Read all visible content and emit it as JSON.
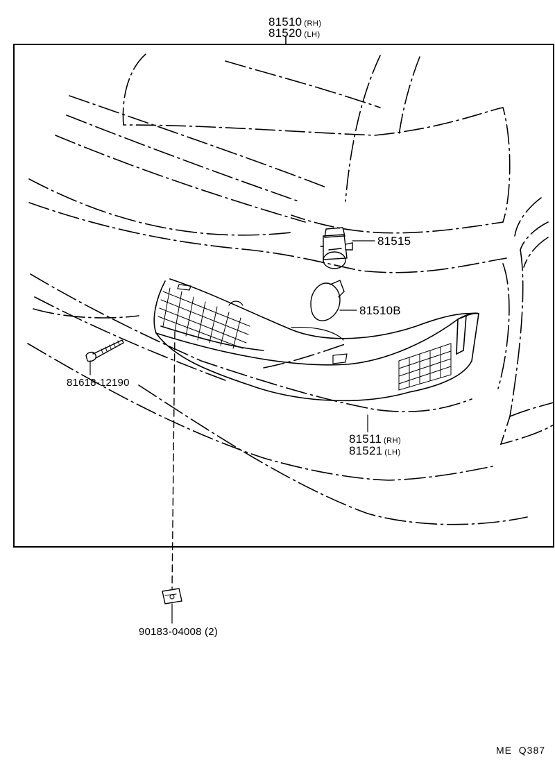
{
  "parts": {
    "lamp_assy_rh": {
      "number": "81510",
      "side": "(RH)"
    },
    "lamp_assy_lh": {
      "number": "81520",
      "side": "(LH)"
    },
    "socket": {
      "number": "81515"
    },
    "bulb": {
      "number": "81510B"
    },
    "screw": {
      "number": "81618-12190"
    },
    "lens_rh": {
      "number": "81511",
      "side": "(RH)"
    },
    "lens_lh": {
      "number": "81521",
      "side": "(LH)"
    },
    "nut": {
      "number": "90183-04008",
      "qty": "(2)"
    }
  },
  "diagram_ref": "ME  Q387"
}
